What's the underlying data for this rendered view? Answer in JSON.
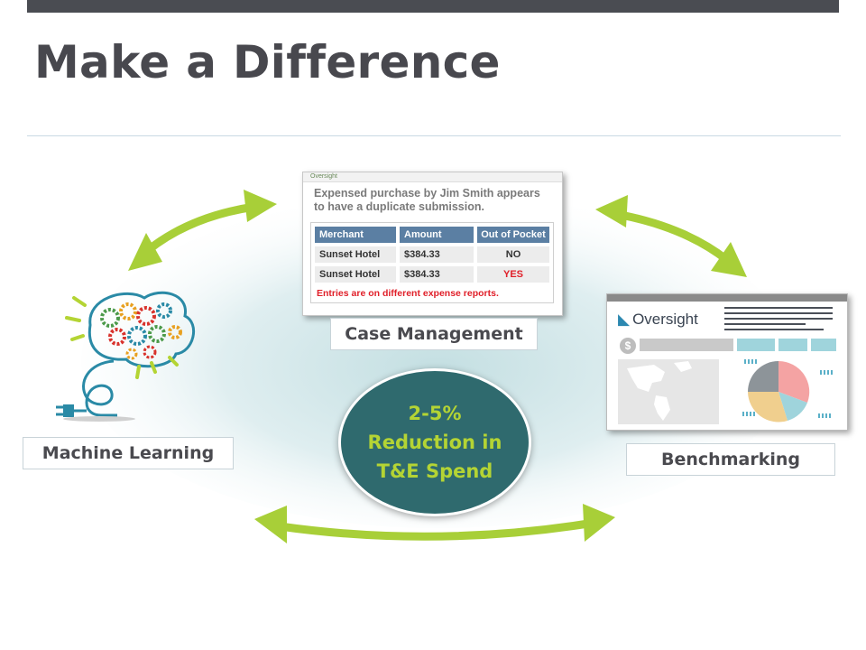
{
  "slide": {
    "title": "Make a Difference"
  },
  "center": {
    "text": "2-5% Reduction in T&E Spend"
  },
  "labels": {
    "machine_learning": "Machine Learning",
    "case_management": "Case Management",
    "benchmarking": "Benchmarking"
  },
  "case_card": {
    "brand": "Oversight",
    "message": "Expensed purchase by Jim Smith appears to have a duplicate submission.",
    "headers": [
      "Merchant",
      "Amount",
      "Out of Pocket"
    ],
    "rows": [
      [
        "Sunset Hotel",
        "$384.33",
        "NO"
      ],
      [
        "Sunset Hotel",
        "$384.33",
        "YES"
      ]
    ],
    "note": "Entries are on different expense reports."
  },
  "bench_card": {
    "brand": "Oversight"
  },
  "colors": {
    "arrow_green": "#a8cf38",
    "center_fill": "#2f6a6e",
    "center_text": "#b4d434",
    "table_header": "#5b7fa3",
    "alert_red": "#e0202a"
  },
  "icons": [
    "brain-gears-icon",
    "plug-icon",
    "pie-chart-icon",
    "world-map-icon",
    "dollar-icon"
  ]
}
